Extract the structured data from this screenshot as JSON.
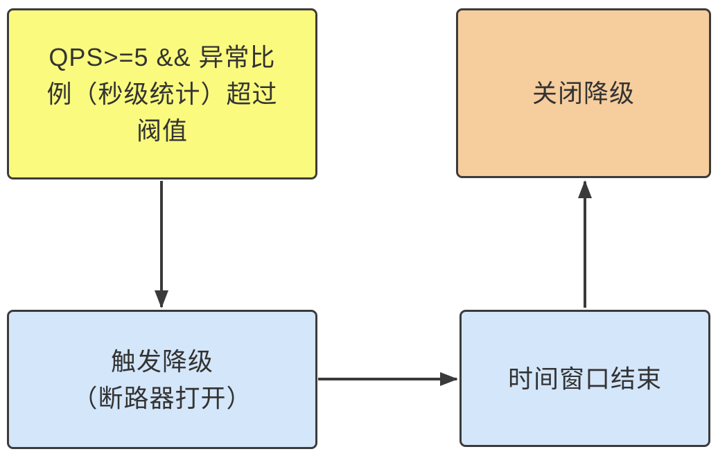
{
  "diagram": {
    "nodes": [
      {
        "id": "condition",
        "label": "QPS>=5 && 异常比例（秒级统计）超过阀值",
        "lines": [
          "QPS>=5 && 异常比",
          "例（秒级统计）超过",
          "阀值"
        ],
        "fill": "#FAFA7E"
      },
      {
        "id": "close-degradation",
        "label": "关闭降级",
        "lines": [
          "关闭降级"
        ],
        "fill": "#F6CD9D"
      },
      {
        "id": "trigger-degradation",
        "label": "触发降级（断路器打开）",
        "lines": [
          "触发降级",
          "（断路器打开）"
        ],
        "fill": "#D4E6FA"
      },
      {
        "id": "time-window-end",
        "label": "时间窗口结束",
        "lines": [
          "时间窗口结束"
        ],
        "fill": "#D4E6FA"
      }
    ],
    "edges": [
      {
        "from": "condition",
        "to": "trigger-degradation"
      },
      {
        "from": "trigger-degradation",
        "to": "time-window-end"
      },
      {
        "from": "time-window-end",
        "to": "close-degradation"
      }
    ]
  },
  "colors": {
    "canvas-bg": "#FFFFFF",
    "node-border": "#3B3B3B",
    "arrow-color": "#3A3A3A",
    "text-color": "#333333"
  }
}
